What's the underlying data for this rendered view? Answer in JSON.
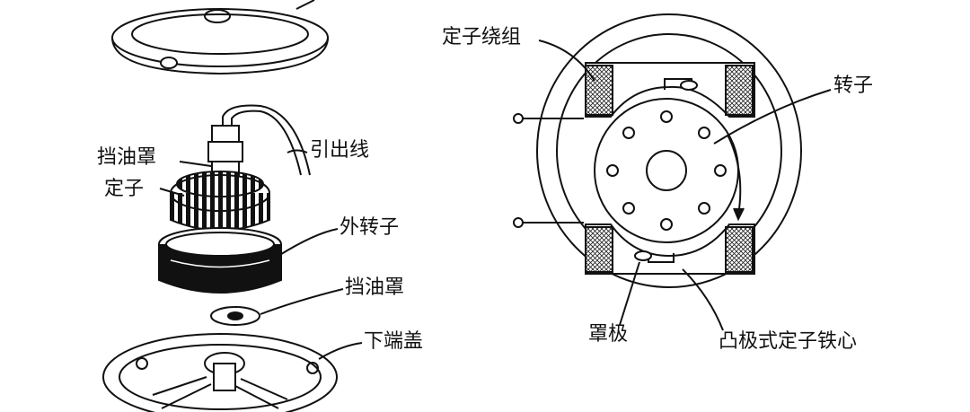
{
  "left_diagram": {
    "labels": {
      "oil_shield_top": "挡油罩",
      "stator": "定子",
      "lead_wire": "引出线",
      "outer_rotor": "外转子",
      "oil_shield_bottom": "挡油罩",
      "lower_end_cover": "下端盖"
    }
  },
  "right_diagram": {
    "labels": {
      "stator_winding": "定子绕组",
      "rotor": "转子",
      "shaded_pole": "罩极",
      "salient_pole_stator_core": "凸极式定子铁心"
    }
  }
}
